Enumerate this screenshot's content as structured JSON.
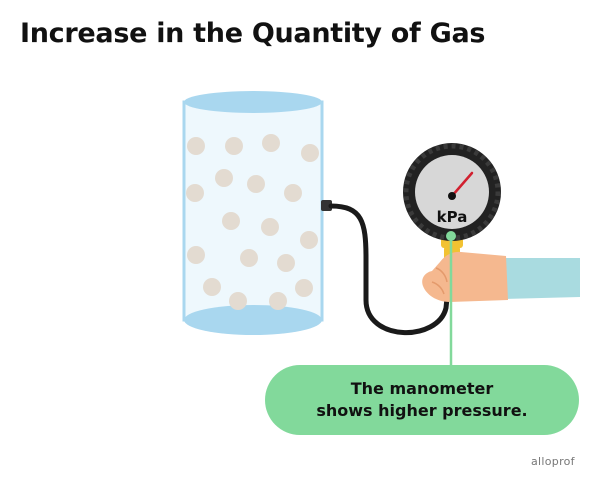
{
  "title": "Increase in the Quantity of Gas",
  "gauge": {
    "unit_label": "kPa"
  },
  "callout": {
    "line1": "The manometer",
    "line2": "shows higher pressure."
  },
  "brand": "alloprof",
  "colors": {
    "container_rim": "#a9d7ef",
    "container_body": "#eef8fd",
    "particle": "#e3dbd1",
    "tube": "#1a1a1a",
    "gauge_ring": "#222222",
    "gauge_face": "#d7d7d7",
    "needle": "#d1202f",
    "pointer_line": "#82d99b",
    "callout_bg": "#82d99b",
    "hand": "#f5b88f",
    "sleeve": "#a9dbe0",
    "fitting": "#f2c232"
  }
}
